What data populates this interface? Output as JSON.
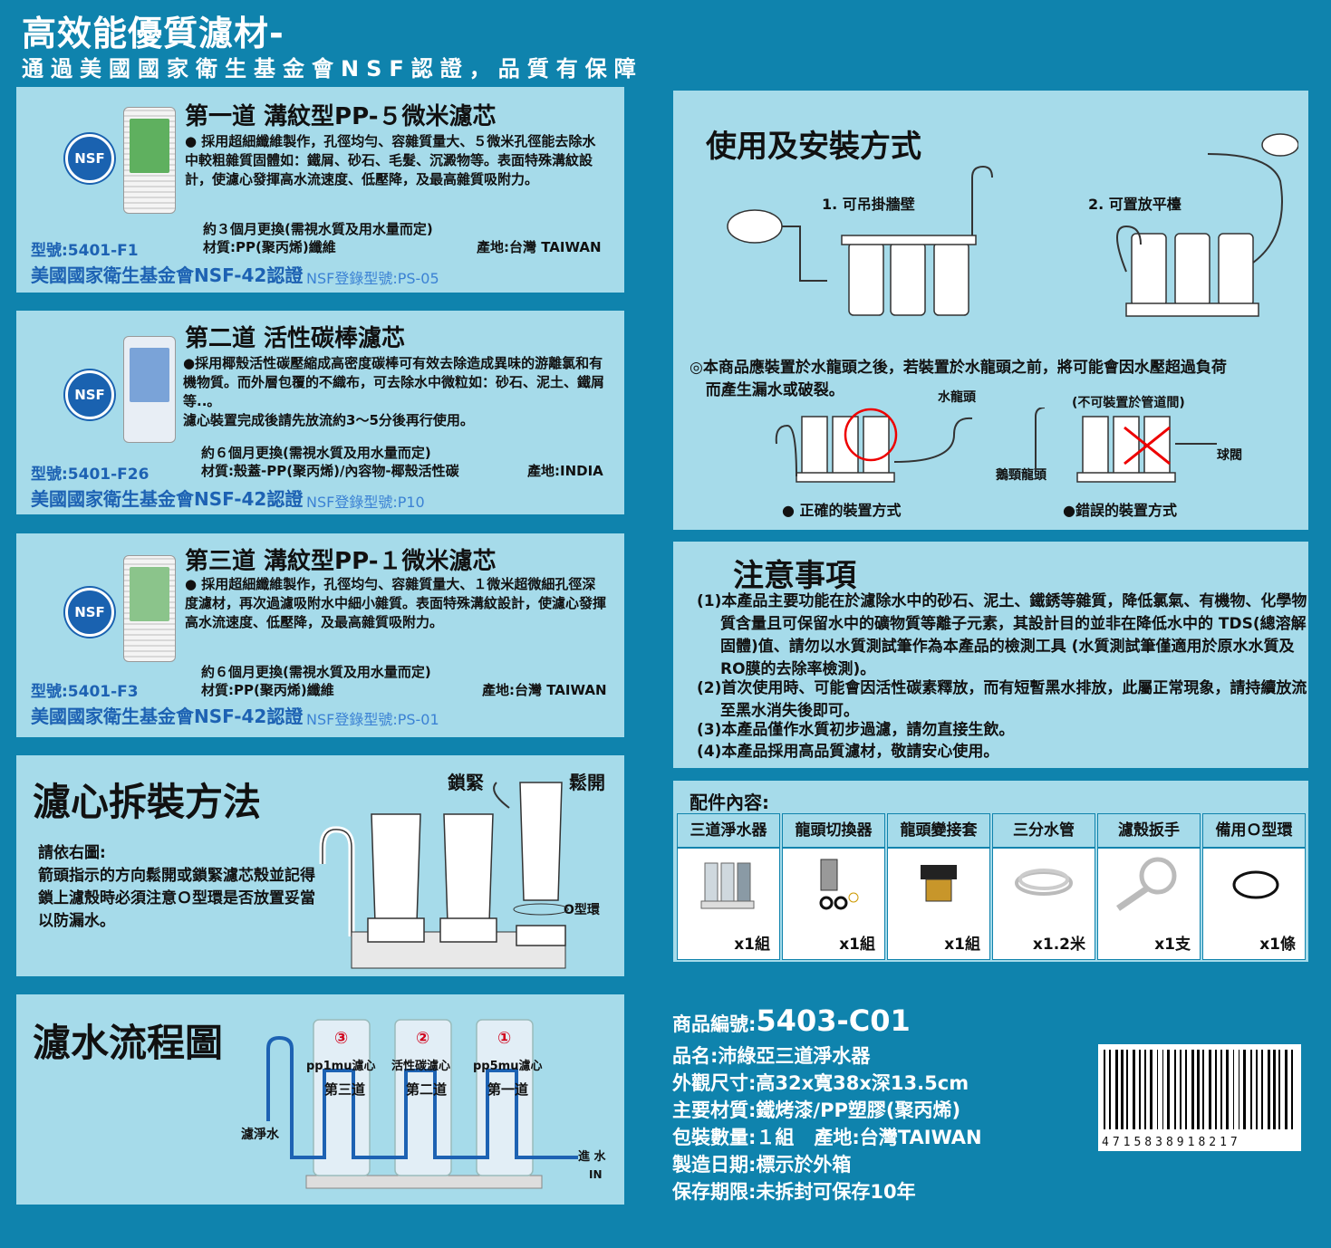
{
  "header": {
    "title": "高效能優質濾材-",
    "subtitle": "通過美國國家衛生基金會NSF認證，品質有保障"
  },
  "filters": [
    {
      "title": "第一道 溝紋型PP-５微米濾芯",
      "desc": "●  採用超細纖維製作，孔徑均勻、容雜質量大、５微米孔徑能去除水中較粗雜質固體如：鐵屑、砂石、毛髮、沉澱物等。表面特殊溝紋設計，使濾心發揮高水流速度、低壓降，及最高雜質吸附力。",
      "replace": "約３個月更換(需視水質及用水量而定)",
      "material": "材質:PP(聚丙烯)纖維",
      "origin": "產地:台灣 TAIWAN",
      "model": "型號:5401-F1",
      "cert": "美國國家衛生基金會NSF-42認證",
      "reg": "NSF登錄型號:PS-05"
    },
    {
      "title": "第二道 活性碳棒濾芯",
      "desc": "●採用椰殼活性碳壓縮成高密度碳棒可有效去除造成異味的游離氯和有機物質。而外層包覆的不織布，可去除水中微粒如：砂石、泥土、鐵屑等..。\n濾心裝置完成後請先放流約3～5分後再行使用。",
      "replace": "約６個月更換(需視水質及用水量而定)",
      "material": "材質:殼蓋-PP(聚丙烯)/內容物-椰殼活性碳",
      "origin": "產地:INDIA",
      "model": "型號:5401-F26",
      "cert": "美國國家衛生基金會NSF-42認證",
      "reg": "NSF登錄型號:P10"
    },
    {
      "title": "第三道 溝紋型PP-１微米濾芯",
      "desc": "●  採用超細纖維製作，孔徑均勻、容雜質量大、１微米超微細孔徑深度濾材，再次過濾吸附水中細小雜質。表面特殊溝紋設計，使濾心發揮高水流速度、低壓降，及最高雜質吸附力。",
      "replace": "約６個月更換(需視水質及用水量而定)",
      "material": "材質:PP(聚丙烯)纖維",
      "origin": "產地:台灣 TAIWAN",
      "model": "型號:5401-F3",
      "cert": "美國國家衛生基金會NSF-42認證",
      "reg": "NSF登錄型號:PS-01"
    }
  ],
  "nsf_badge": "NSF",
  "disassembly": {
    "title": "濾心拆裝方法",
    "text": "請依右圖:\n箭頭指示的方向鬆開或鎖緊濾芯殼並記得鎖上濾殼時必須注意Ｏ型環是否放置妥當以防漏水。",
    "lock": "鎖緊",
    "loosen": "鬆開",
    "oring": "O型環"
  },
  "flow": {
    "title": "濾水流程圖",
    "out": "濾淨水",
    "in_zh": "進 水",
    "in_en": "IN",
    "stages": [
      {
        "num": "③",
        "name": "pp1mu濾心",
        "order": "第三道"
      },
      {
        "num": "②",
        "name": "活性碳濾心",
        "order": "第二道"
      },
      {
        "num": "①",
        "name": "pp5mu濾心",
        "order": "第一道"
      }
    ]
  },
  "install": {
    "title": "使用及安裝方式",
    "opt1": "1. 可吊掛牆壁",
    "opt2": "2. 可置放平檯",
    "note": "◎本商品應裝置於水龍頭之後，若裝置於水龍頭之前，將可能會因水壓超過負荷\n   而產生漏水或破裂。",
    "faucet": "水龍頭",
    "no_pipe": "(不可裝置於管道間)",
    "ball_valve": "球閥",
    "gooseneck": "鵝頸龍頭",
    "correct": "● 正確的裝置方式",
    "wrong": "●錯誤的裝置方式"
  },
  "notes": {
    "title": "注意事項",
    "items": [
      "(1)本產品主要功能在於濾除水中的砂石、泥土、鐵銹等雜質，降低氯氣、有機物、化學物質含量且可保留水中的礦物質等離子元素，其設計目的並非在降低水中的 TDS(總溶解固體)值、請勿以水質測試筆作為本產品的檢測工具 (水質測試筆僅適用於原水水質及RO膜的去除率檢測)。",
      "(2)首次使用時、可能會因活性碳素釋放，而有短暫黑水排放，此屬正常現象，請持續放流至黑水消失後即可。",
      "(3)本產品僅作水質初步過濾，請勿直接生飲。",
      "(4)本產品採用高品質濾材，敬請安心使用。"
    ]
  },
  "accessories": {
    "title": "配件內容:",
    "items": [
      {
        "name": "三道淨水器",
        "qty": "x1組"
      },
      {
        "name": "龍頭切換器",
        "qty": "x1組"
      },
      {
        "name": "龍頭變接套",
        "qty": "x1組"
      },
      {
        "name": "三分水管",
        "qty": "x1.2米"
      },
      {
        "name": "濾殼扳手",
        "qty": "x1支"
      },
      {
        "name": "備用Ｏ型環",
        "qty": "x1條"
      }
    ]
  },
  "product": {
    "code_label": "商品編號:",
    "code": "5403-C01",
    "name": "品名:沛綠亞三道淨水器",
    "size": "外觀尺寸:高32x寬38x深13.5cm",
    "material": "主要材質:鐵烤漆/PP塑膠(聚丙烯)",
    "qty": "包裝數量:１組",
    "origin": "產地:台灣TAIWAN",
    "mfg": "製造日期:標示於外箱",
    "shelf": "保存期限:未拆封可保存10年",
    "barcode": "4715838918217"
  }
}
